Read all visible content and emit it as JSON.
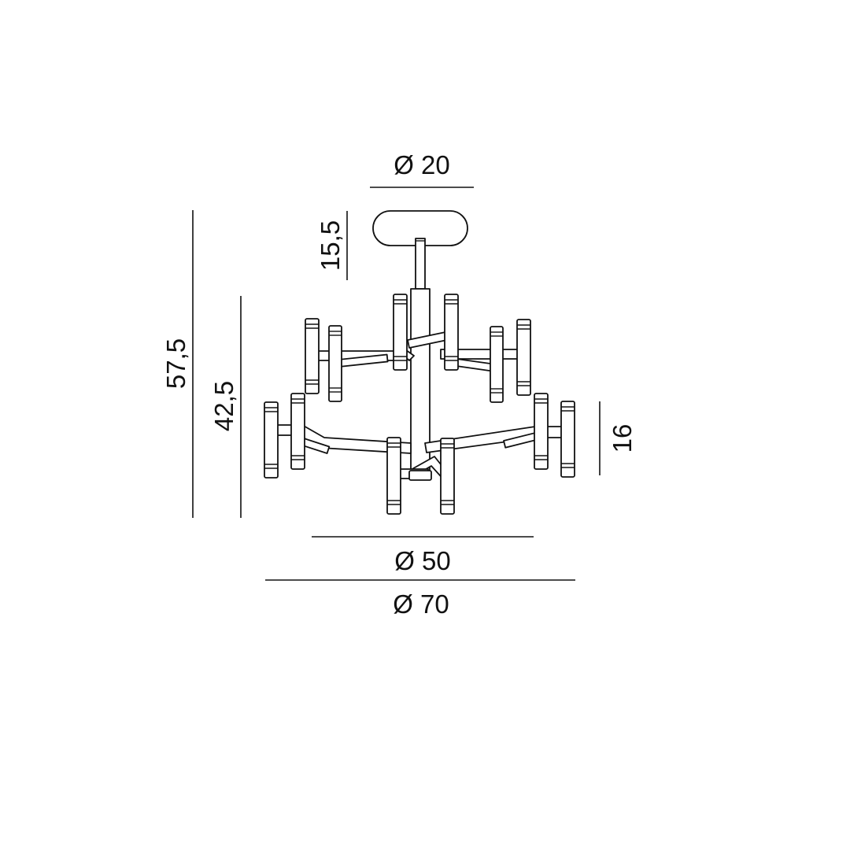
{
  "drawing": {
    "subject": "chandelier-dimension-drawing",
    "colors": {
      "line": "#111111",
      "background": "#ffffff"
    }
  },
  "dimensions": {
    "canopy_diameter": "Ø 20",
    "canopy_drop": "15,5",
    "total_height": "57,5",
    "body_height": "42,5",
    "tier_spacing": "16",
    "inner_diameter": "Ø 50",
    "outer_diameter": "Ø 70"
  }
}
